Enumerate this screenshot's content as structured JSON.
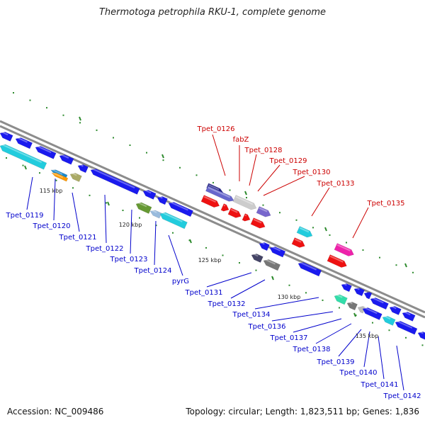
{
  "title": "Thermotoga petrophila RKU-1, complete genome",
  "footer": {
    "accession": "Accession: NC_009486",
    "topology": "Topology: circular; Length: 1,823,511 bp; Genes: 1,836"
  },
  "colors": {
    "backbone": "#8c8c8c",
    "tick": "#2e8b2e",
    "forward_label": "#cc0000",
    "reverse_label": "#0000cc"
  },
  "kbp_ticks": [
    "115 kbp",
    "120 kbp",
    "125 kbp",
    "130 kbp",
    "135 kbp"
  ],
  "gene_labels": {
    "forward": [
      "Tpet_0126",
      "fabZ",
      "Tpet_0128",
      "Tpet_0129",
      "Tpet_0130",
      "Tpet_0133",
      "Tpet_0135"
    ],
    "reverse": [
      "Tpet_0119",
      "Tpet_0120",
      "Tpet_0121",
      "Tpet_0122",
      "Tpet_0123",
      "Tpet_0124",
      "pyrG",
      "Tpet_0131",
      "Tpet_0132",
      "Tpet_0134",
      "Tpet_0136",
      "Tpet_0137",
      "Tpet_0138",
      "Tpet_0139",
      "Tpet_0140",
      "Tpet_0141",
      "Tpet_0142"
    ]
  }
}
